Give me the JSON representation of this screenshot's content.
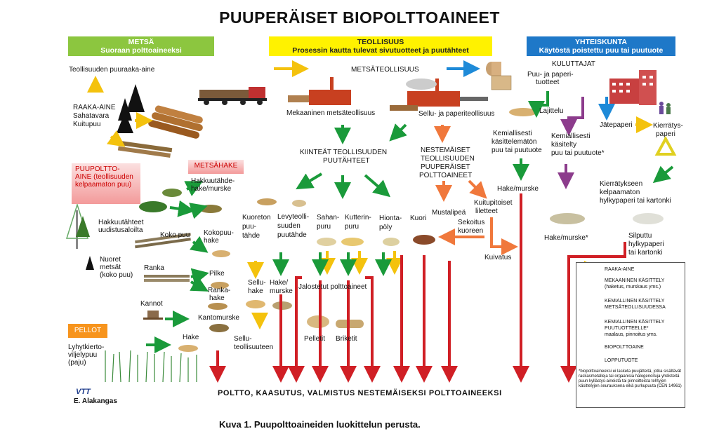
{
  "title": "PUUPERÄISET BIOPOLTTOAINEET",
  "headers": {
    "metsa_1": "METSÄ",
    "metsa_2": "Suoraan polttoaineeksi",
    "teollisuus_1": "TEOLLISUUS",
    "teollisuus_2": "Prosessin kautta tulevat sivutuotteet ja puutähteet",
    "yhteiskunta_1": "YHTEISKUNTA",
    "yhteiskunta_2": "Käytöstä poistettu puu tai puutuote"
  },
  "labels": {
    "teollisuuden_puuraaka": "Teollisuuden puuraaka-aine",
    "raaka_aine_1": "RAAKA-AINE",
    "raaka_aine_2": "Sahatavara",
    "raaka_aine_3": "Kuitupuu",
    "metsateollisuus": "METSÄTEOLLISUUS",
    "mekaaninen": "Mekaaninen metsäteollisuus",
    "sellu_paperi": "Sellu- ja paperiteollisuus",
    "kuluttajat": "KULUTTAJAT",
    "puu_paperi_1": "Puu- ja paperi-",
    "puu_paperi_2": "tuotteet",
    "lajittelu": "Lajittelu",
    "jatepaperi": "Jätepaperi",
    "kierratys_1": "Kierrätys-",
    "kierratys_2": "paperi",
    "kem_kasittelematon_1": "Kemiallisesti",
    "kem_kasittelematon_2": "käsittelemätön",
    "kem_kasittelematon_3": "puu tai puutuote",
    "kem_kasitelty_1": "Kemiallisesti",
    "kem_kasitelty_2": "käsitelty",
    "kem_kasitelty_3": "puu tai puutuote*",
    "kiinteat_1": "KIINTEÄT TEOLLISUUDEN",
    "kiinteat_2": "PUUTÄHTEET",
    "nestemaiset_1": "NESTEMÄISET",
    "nestemaiset_2": "TEOLLISUUDEN",
    "nestemaiset_3": "PUUPERÄISET",
    "nestemaiset_4": "POLTTOAINEET",
    "hake_murske_right": "Hake/murske",
    "kierratykseen_1": "Kierrätykseen",
    "kierratykseen_2": "kelpaamaton",
    "kierratykseen_3": "hylkypaperi tai kartonki",
    "puupoltto_1": "PUUPOLTTO-",
    "puupoltto_2": "AINE (teollisuuden",
    "puupoltto_3": "kelpaamaton puu)",
    "metsahake": "METSÄHAKE",
    "hakkuutahde_1": "Hakkuutähde-",
    "hakkuutahde_2": "hake/murske",
    "hakkuutahteet_1": "Hakkuutähteet",
    "hakkuutahteet_2": "uudistusaloilta",
    "koko_puu": "Koko puu",
    "kokopuu_1": "Kokopuu-",
    "kokopuu_2": "hake",
    "nuoret_1": "Nuoret",
    "nuoret_2": "metsät",
    "nuoret_3": "(koko puu)",
    "ranka": "Ranka",
    "pilke": "Pilke",
    "rankahake_1": "Ranka-",
    "rankahake_2": "hake",
    "kannot": "Kannot",
    "kantomurske": "Kantomurske",
    "pellot": "PELLOT",
    "hake": "Hake",
    "lyhytkierto_1": "Lyhytkierto-",
    "lyhytkierto_2": "viljelypuu",
    "lyhytkierto_3": "(paju)",
    "kuoreton_1": "Kuoreton",
    "kuoreton_2": "puu-",
    "kuoreton_3": "tähde",
    "levyteoll_1": "Levyteolli-",
    "levyteoll_2": "suuden",
    "levyteoll_3": "puutähde",
    "sahanpuru_1": "Sahan-",
    "sahanpuru_2": "puru",
    "kutterinpuru_1": "Kutterin-",
    "kutterinpuru_2": "puru",
    "hiontapoly_1": "Hionta-",
    "hiontapoly_2": "pöly",
    "kuori": "Kuori",
    "mustalipea": "Mustalipeä",
    "kuitupitoiset_1": "Kuitupitoiset",
    "kuitupitoiset_2": "liletteet",
    "sekoitus_1": "Sekoitus",
    "sekoitus_2": "kuoreen",
    "kuivatus": "Kuivatus",
    "hake_murske_star": "Hake/murske*",
    "silputtu_1": "Silputtu",
    "silputtu_2": "hylkypaperi",
    "silputtu_3": "tai kartonki",
    "sellu_hake_1": "Sellu-",
    "sellu_hake_2": "hake",
    "hake_murske_mid_1": "Hake/",
    "hake_murske_mid_2": "murske",
    "jalostetut": "Jalostetut polttoaineet",
    "sellu_teoll_1": "Sellu-",
    "sellu_teoll_2": "teollisuuteen",
    "pelletit": "Pelletit",
    "briketit": "Briketit"
  },
  "legend": {
    "raaka_aine": "RAAKA-AINE",
    "mekaaninen_1": "MEKAANINEN KÄSITTELY",
    "mekaaninen_2": "(haketus, murskaus yms.)",
    "kemiallinen_1": "KEMIALLINEN KÄSITTELY",
    "kemiallinen_2": "METSÄTEOLLISUUDESSA",
    "kemiallinen_puu_1": "KEMIALLINEN KÄSITTELY",
    "kemiallinen_puu_2": "PUUTUOTTEELLE*",
    "kemiallinen_puu_3": "maalaus, pinnoitus yms.",
    "biopolttoaine": "BIOPOLTTOAINE",
    "lopputuote": "LOPPUTUOTE",
    "note": "*biopolttoaineeksi ei lasketa puujätteitä, jotka sisältävät raskasmetalleja tai orgaanisia halogenoituja yhdisteitä puun kyllästys-aineista tai pinnoitteista tehtyjen käsittelyjen seurauksena eikä purkupuuta (CEN 14961)"
  },
  "bottom_text": "POLTTO, KAASUTUS, VALMISTUS NESTEMÄISEKSI POLTTOAINEEKSI",
  "logo": "VTT",
  "author": "E. Alakangas",
  "caption": "Kuva 1. Puupolttoaineiden luokittelun perusta.",
  "colors": {
    "yellow": "#f4c20d",
    "green": "#1a9a3a",
    "orange": "#f0783c",
    "purple": "#8c3c8c",
    "red": "#d01f25",
    "blue": "#1e8ad8",
    "metsa": "#8cc63f",
    "teollisuus": "#fff200",
    "yhteiskunta": "#1e78c8"
  },
  "icons": [
    "tree-icon",
    "log-pile-icon",
    "truck-icon",
    "factory-icon",
    "paper-roll-icon",
    "recycle-icon",
    "building-icon",
    "people-icon",
    "wood-chips-icon",
    "stump-icon",
    "willow-icon"
  ]
}
